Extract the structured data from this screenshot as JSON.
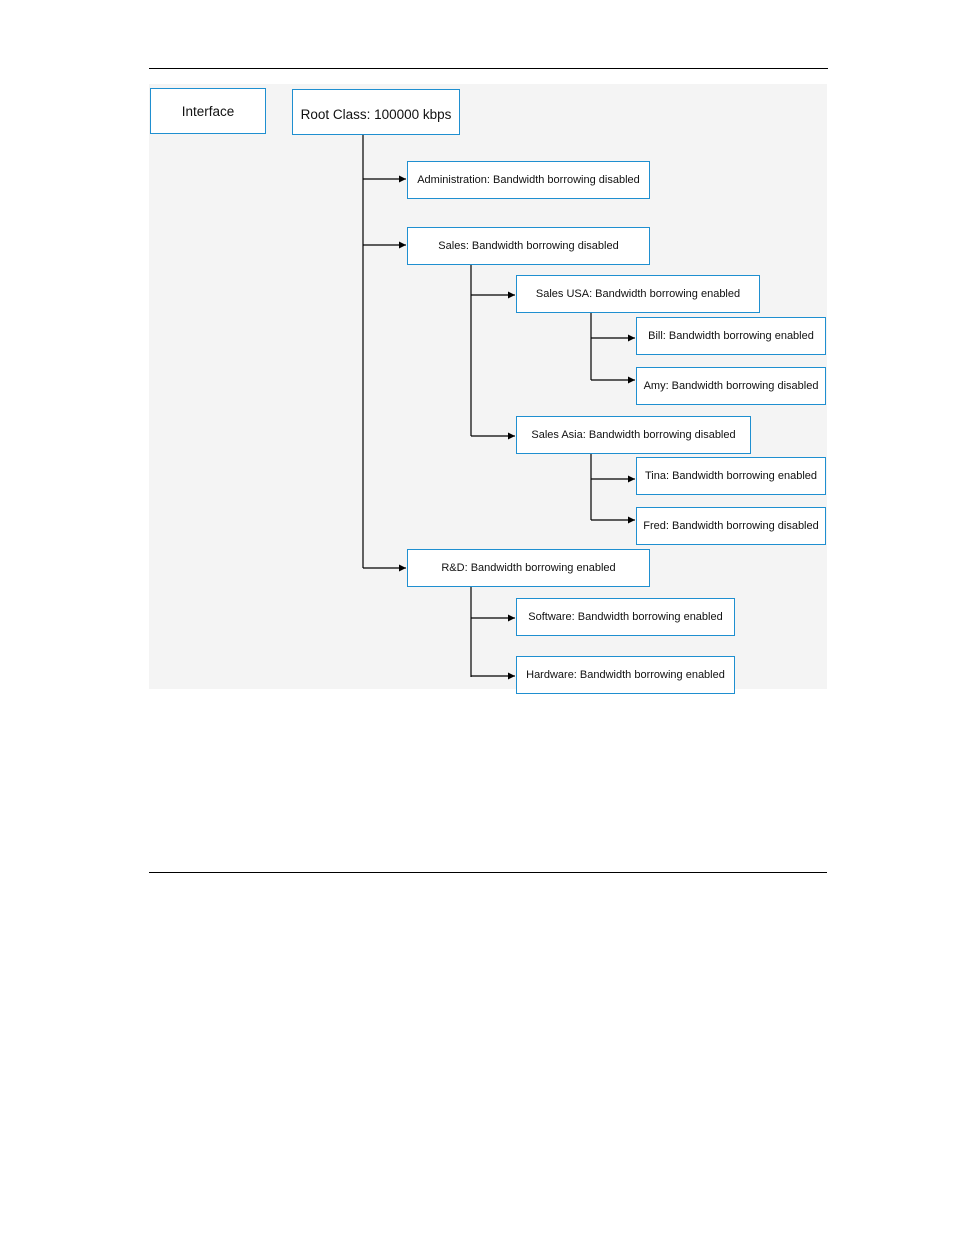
{
  "diagram": {
    "interface_label": "Interface",
    "root_label": "Root Class: 100000 kbps",
    "classes": {
      "administration": "Administration: Bandwidth borrowing disabled",
      "sales": "Sales: Bandwidth borrowing disabled",
      "sales_usa": "Sales USA:  Bandwidth borrowing enabled",
      "bill": "Bill: Bandwidth borrowing enabled",
      "amy": "Amy: Bandwidth borrowing disabled",
      "sales_asia": "Sales Asia: Bandwidth borrowing disabled",
      "tina": "Tina: Bandwidth borrowing enabled",
      "fred": "Fred: Bandwidth borrowing disabled",
      "rd": "R&D: Bandwidth borrowing enabled",
      "software": "Software: Bandwidth borrowing enabled",
      "hardware": "Hardware: Bandwidth borrowing enabled"
    },
    "colors": {
      "box_border": "#1f8fd0",
      "connector": "#000000",
      "panel_background": "#f4f4f4"
    }
  }
}
